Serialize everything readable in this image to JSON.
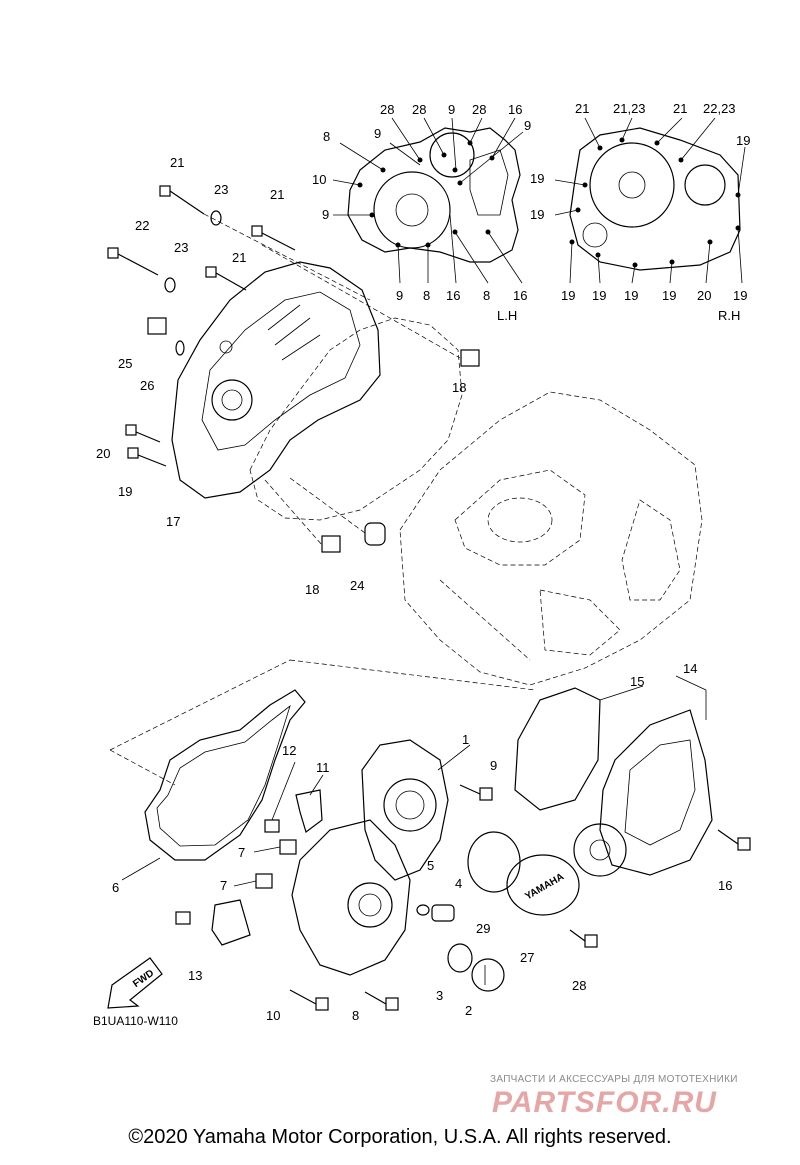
{
  "callouts_lh": [
    "28",
    "28",
    "9",
    "28",
    "16",
    "9",
    "8",
    "9",
    "10",
    "9",
    "9",
    "8",
    "16",
    "8",
    "16"
  ],
  "callouts_rh": [
    "21",
    "21,23",
    "21",
    "22,23",
    "19",
    "19",
    "19",
    "19",
    "19",
    "19",
    "19",
    "20",
    "19"
  ],
  "side_labels": {
    "lh": "L.H",
    "rh": "R.H"
  },
  "callouts_left_cover": [
    "21",
    "23",
    "21",
    "22",
    "23",
    "21",
    "25",
    "26",
    "20",
    "19",
    "17",
    "18",
    "18",
    "24"
  ],
  "callouts_bottom": [
    "12",
    "11",
    "1",
    "9",
    "14",
    "15",
    "7",
    "7",
    "6",
    "5",
    "4",
    "29",
    "13",
    "3",
    "27",
    "16",
    "10",
    "8",
    "2",
    "28"
  ],
  "fwd_label": "FWD",
  "diagram_code": "B1UA110-W110",
  "cover_badge": "YAMAHA",
  "watermark": {
    "small": "ЗАПЧАСТИ И АКСЕССУАРЫ ДЛЯ МОТОТЕХНИКИ",
    "big": "PARTSFOR.RU"
  },
  "copyright": "©2020 Yamaha Motor Corporation, U.S.A. All rights reserved."
}
